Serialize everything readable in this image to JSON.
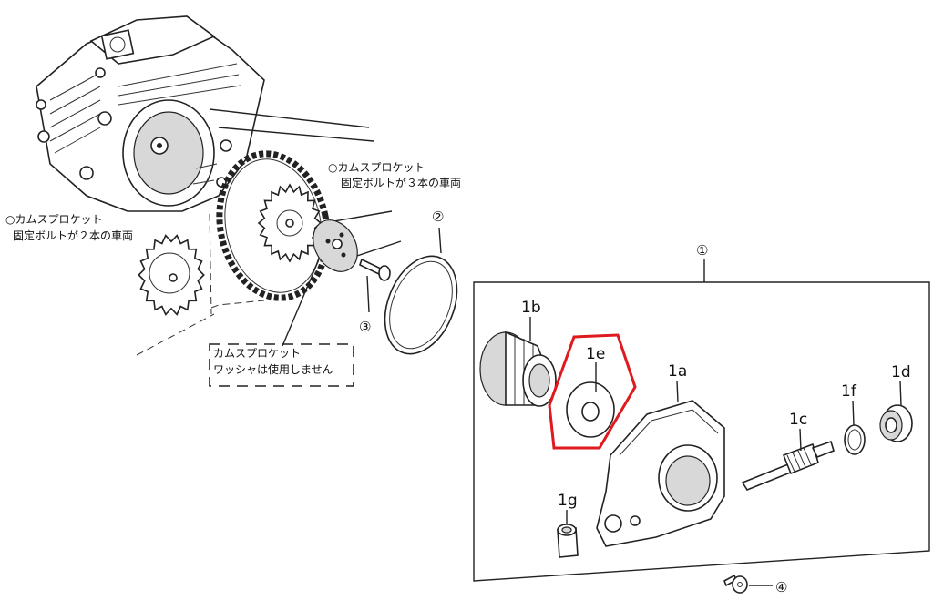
{
  "notes": {
    "left_line1": "○カムスプロケット",
    "left_line2": "固定ボルトが２本の車両",
    "right_line1": "○カムスプロケット",
    "right_line2": "固定ボルトが３本の車両",
    "washer_line1": "カムスプロケット",
    "washer_line2": "ワッシャは使用しません"
  },
  "callouts": {
    "c1": "①",
    "c2": "②",
    "c3": "③",
    "c4": "④"
  },
  "parts": {
    "p1a": "1a",
    "p1b": "1b",
    "p1c": "1c",
    "p1d": "1d",
    "p1e": "1e",
    "p1f": "1f",
    "p1g": "1g"
  },
  "colors": {
    "highlight": "#e0191e",
    "line": "#222222"
  },
  "icons": {
    "engine_head": "cylinder-head-drawing",
    "sprocket": "gear-sprocket-drawing",
    "chain": "cam-chain-drawing"
  }
}
